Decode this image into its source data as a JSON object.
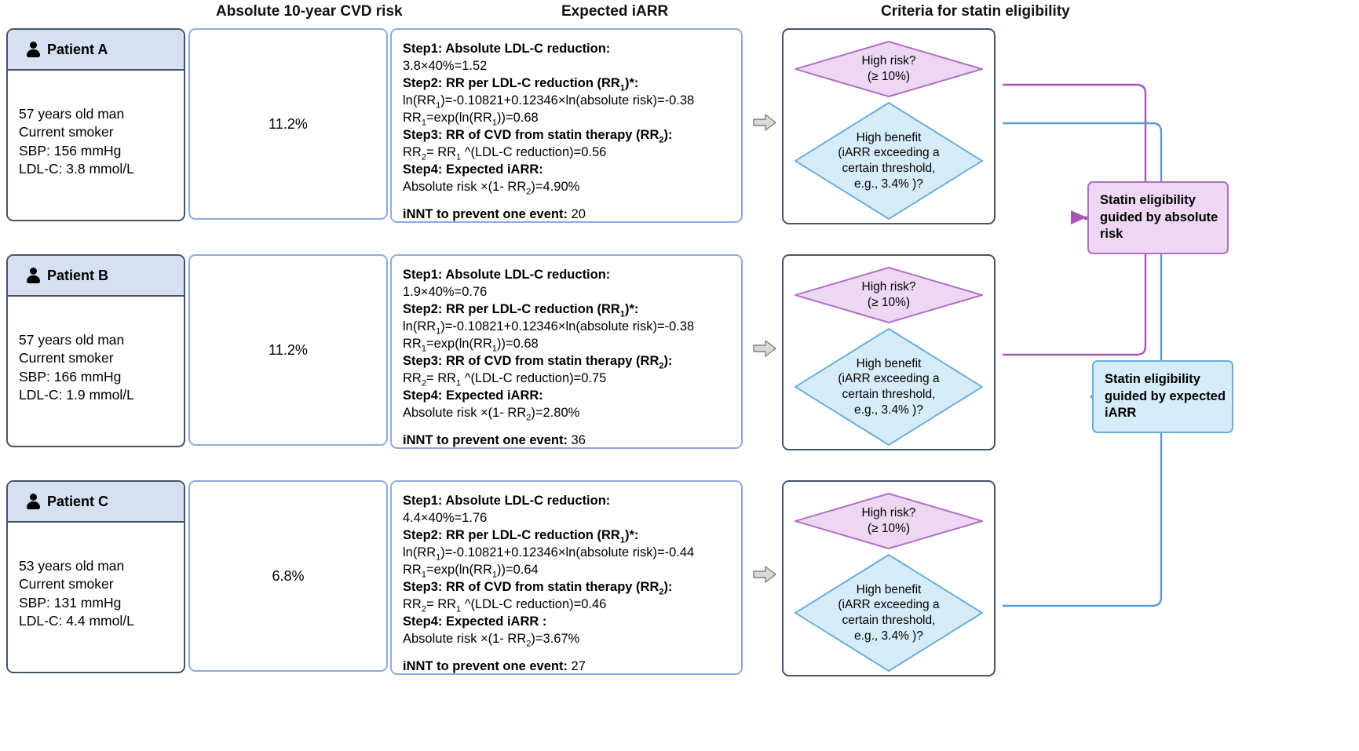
{
  "headers": {
    "risk": "Absolute 10-year CVD risk",
    "iarr": "Expected iARR",
    "criteria": "Criteria for statin eligibility"
  },
  "common": {
    "step1_label": "Step1: Absolute LDL-C reduction:",
    "step2_label": "Step2: RR per LDL-C reduction (RR1)*:",
    "step3_label": "Step3: RR of CVD from statin therapy (RR2):",
    "step4_label": "Step4: Expected iARR:",
    "ln_formula_prefix": "ln(RR1)=-0.10821+0.12346×ln(absolute risk)=",
    "rr1_exp_prefix": "RR1=exp(ln(RR1))=",
    "rr2_prefix": "RR2= RR1 ^(LDL-C reduction)=",
    "iarr_prefix": "Absolute risk ×(1- RR2)=",
    "innt_label": "iNNT to prevent one event:",
    "high_risk_line1": "High risk?",
    "high_risk_line2": "(≥ 10%)",
    "high_benefit_line1": "High benefit",
    "high_benefit_line2": "(iARR exceeding a",
    "high_benefit_line3": "certain threshold,",
    "high_benefit_line4": "e.g., 3.4% )?",
    "arrow_icon": "block-arrow-right-icon",
    "person_icon": "person-icon"
  },
  "colors": {
    "patient_header_fill": "#d6e0f0",
    "patient_border": "#44546a",
    "box_border_blue": "#8faadc",
    "diamond_risk_fill": "#eed7f3",
    "diamond_risk_stroke": "#b06fc4",
    "diamond_benefit_fill": "#d6ecf8",
    "diamond_benefit_stroke": "#6aaedb",
    "connector_purple": "#a855b8",
    "connector_blue": "#5b9bd5"
  },
  "patients": [
    {
      "name": "Patient A",
      "demographics": [
        "57 years old man",
        "Current smoker",
        "SBP: 156 mmHg",
        "LDL-C: 3.8 mmol/L"
      ],
      "absolute_risk": "11.2%",
      "step1_value": "3.8×40%=1.52",
      "ln_value": "-0.38",
      "rr1_value": "0.68",
      "rr2_value": "0.56",
      "iarr_value": "4.90%",
      "innt_value": "20"
    },
    {
      "name": "Patient B",
      "demographics": [
        "57 years old man",
        "Current smoker",
        "SBP: 166 mmHg",
        "LDL-C: 1.9 mmol/L"
      ],
      "absolute_risk": "11.2%",
      "step1_value": "1.9×40%=0.76",
      "ln_value": "-0.38",
      "rr1_value": "0.68",
      "rr2_value": "0.75",
      "iarr_value": "2.80%",
      "innt_value": "36"
    },
    {
      "name": "Patient C",
      "demographics": [
        "53 years old man",
        "Current smoker",
        "SBP: 131 mmHg",
        "LDL-C: 4.4 mmol/L"
      ],
      "absolute_risk": "6.8%",
      "step1_value": "4.4×40%=1.76",
      "ln_value": "-0.44",
      "rr1_value": "0.64",
      "rr2_value": "0.46",
      "iarr_value": "3.67%",
      "innt_value": "27"
    }
  ],
  "outcomes": {
    "absolute_risk": "Statin eligibility guided by absolute risk",
    "expected_iarr": "Statin eligibility guided by expected iARR"
  }
}
